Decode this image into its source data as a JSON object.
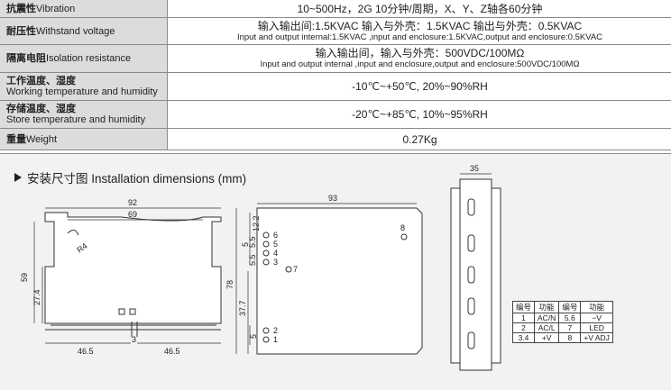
{
  "specs": [
    {
      "label_cn": "抗震性",
      "label_en": "Vibration",
      "line1": "10~500Hz，2G 10分钟/周期，X、Y、Z轴各60分钟",
      "line2": ""
    },
    {
      "label_cn": "耐压性",
      "label_en": "Withstand voltage",
      "line1": "输入输出间:1.5KVAC  输入与外壳：1.5KVAC  输出与外壳：0.5KVAC",
      "line2": "Input and output internal:1.5KVAC ,input and enclosure:1.5KVAC,output and enclosure:0.5KVAC"
    },
    {
      "label_cn": "隔离电阻",
      "label_en": "Isolation resistance",
      "line1": "输入输出间，输入与外壳：500VDC/100MΩ",
      "line2": "Input and output internal ,input and enclosure,output and enclosure:500VDC/100MΩ"
    },
    {
      "label_cn": "工作温度、湿度",
      "label_en": "Working temperature and humidity",
      "line1": "-10℃~+50℃, 20%~90%RH",
      "line2": ""
    },
    {
      "label_cn": "存储温度、湿度",
      "label_en": "Store temperature and humidity",
      "line1": "-20℃~+85℃, 10%~95%RH",
      "line2": ""
    },
    {
      "label_cn": "重量",
      "label_en": "Weight",
      "line1": "0.27Kg",
      "line2": ""
    }
  ],
  "diagram_title": "安装尺寸图 Installation dimensions (mm)",
  "side_view": {
    "w_total": "92",
    "w_top": "69",
    "radius": "R4",
    "h_total": "59",
    "h_low": "27.4",
    "w_left": "46.5",
    "w_right": "46.5",
    "gap": "3"
  },
  "front_view": {
    "width": "93",
    "height": "78",
    "h_bottom": "37.7",
    "pitch_a": "12.2",
    "pitch_b": "5",
    "pitch_c": "5.5",
    "pitch_d": "5.5",
    "pitch_e": "5",
    "pin_labels": [
      "6",
      "5",
      "4",
      "3",
      "2",
      "1",
      "7",
      "8"
    ]
  },
  "rail_view": {
    "width": "35"
  },
  "pin_table": {
    "headers": [
      "编号",
      "功能",
      "编号",
      "功能"
    ],
    "rows": [
      [
        "1",
        "AC/N",
        "5.6",
        "−V"
      ],
      [
        "2",
        "AC/L",
        "7",
        "LED"
      ],
      [
        "3.4",
        "+V",
        "8",
        "+V ADJ"
      ]
    ]
  }
}
